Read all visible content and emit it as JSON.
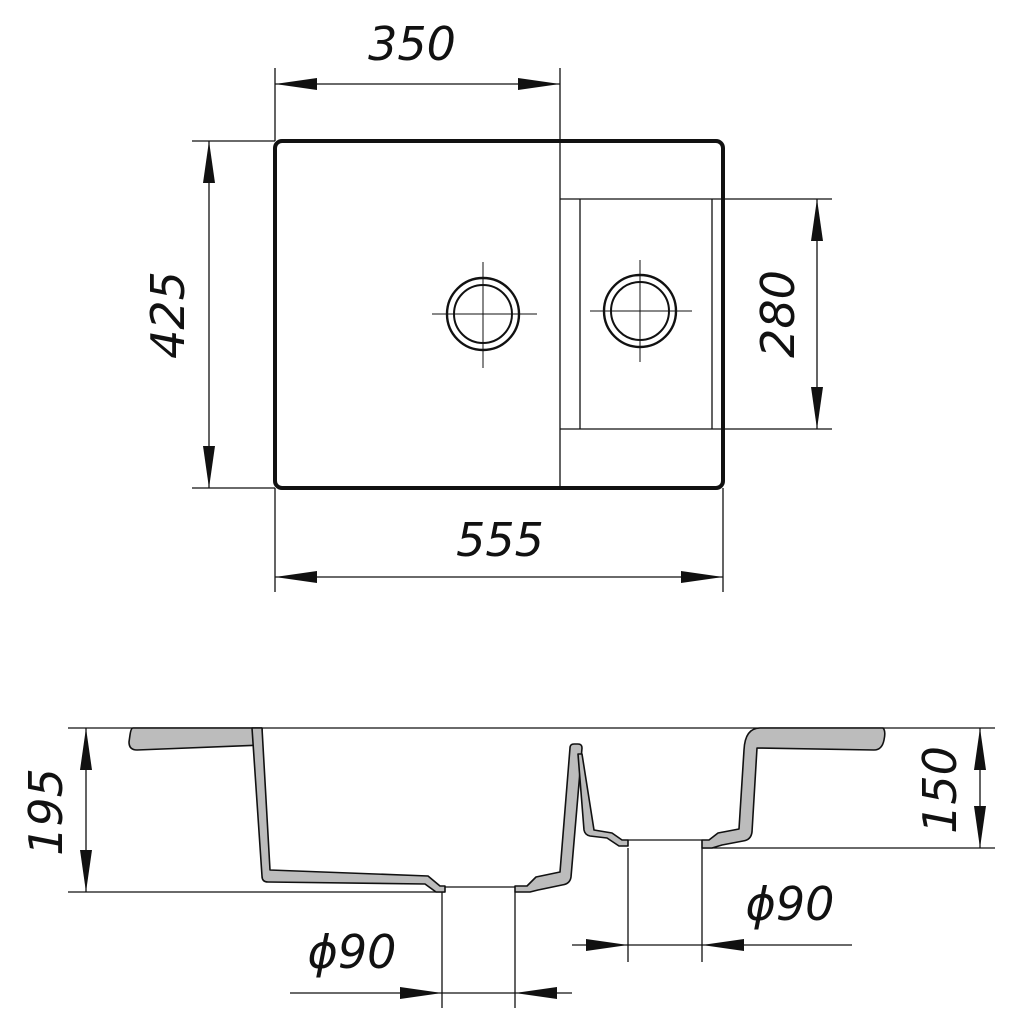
{
  "top_view": {
    "dim_top_width": "350",
    "dim_total_width": "555",
    "dim_height": "425",
    "dim_small_bowl_height": "280"
  },
  "section_view": {
    "dim_depth_large": "195",
    "dim_depth_small": "150",
    "dim_drain_left": "ϕ90",
    "dim_drain_right": "ϕ90"
  }
}
